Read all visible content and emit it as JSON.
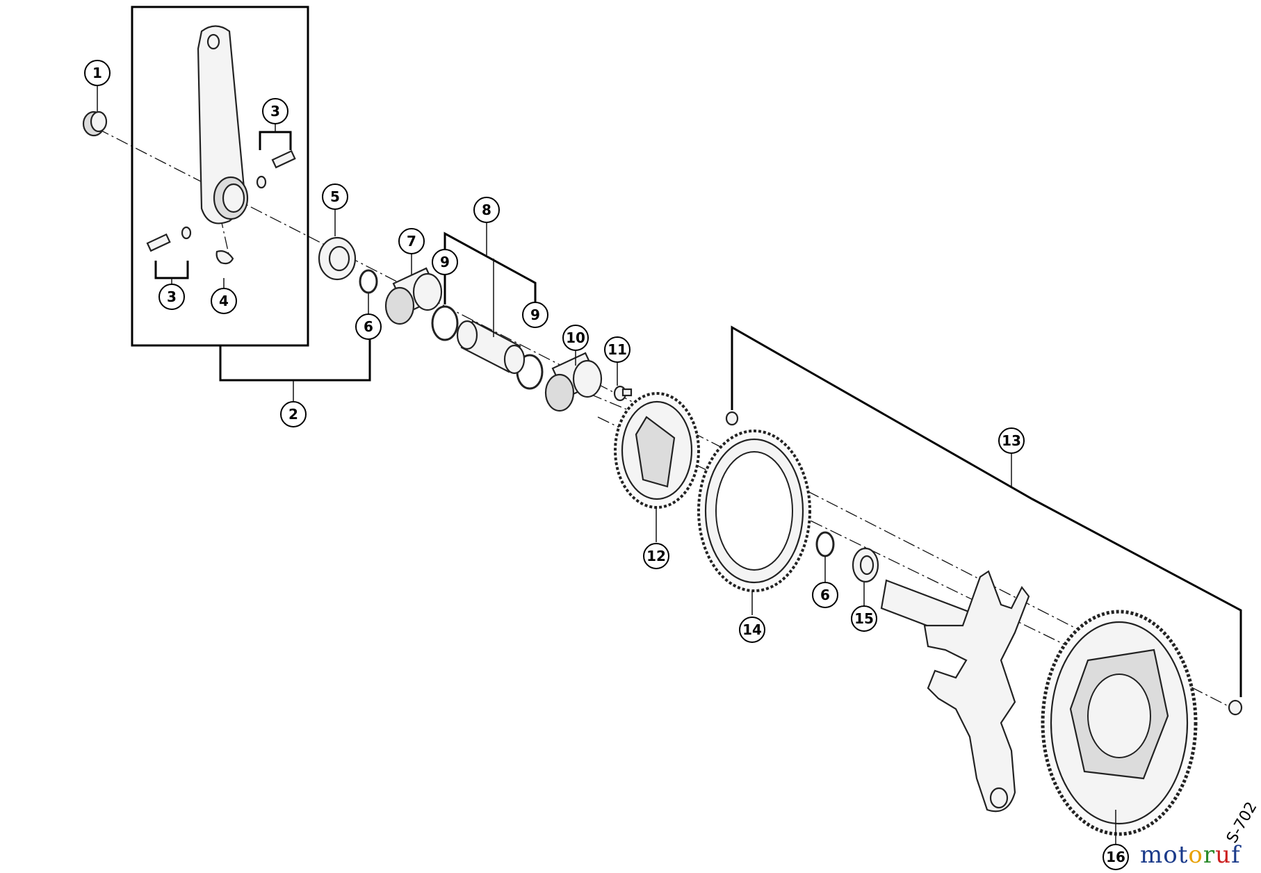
{
  "diagram": {
    "callouts": [
      "1",
      "2",
      "3",
      "3",
      "4",
      "5",
      "6",
      "6",
      "7",
      "8",
      "9",
      "9",
      "10",
      "11",
      "12",
      "13",
      "14",
      "15",
      "16"
    ]
  },
  "watermark": {
    "brand_letters": [
      "m",
      "o",
      "t",
      "o",
      "r",
      "u",
      "f"
    ],
    "brand_colors": [
      "#1a3a8a",
      "#1a3a8a",
      "#1a3a8a",
      "#e8a000",
      "#2a8a2a",
      "#cc2020",
      "#1a3a8a"
    ],
    "code": "S-702"
  }
}
